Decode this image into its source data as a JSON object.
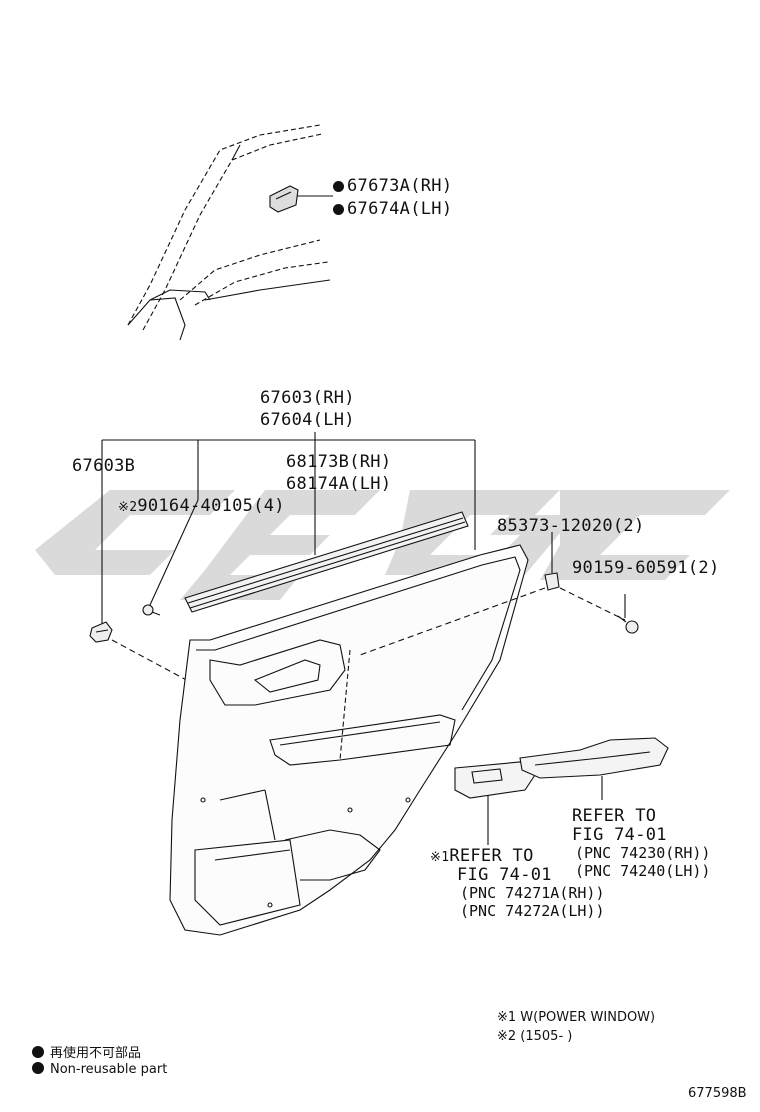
{
  "watermark": {
    "color": "#d6d6d6"
  },
  "parts": {
    "glass_clip_rh": "67673A(RH)",
    "glass_clip_lh": "67674A(LH)",
    "trim_board_rh": "67603(RH)",
    "trim_board_lh": "67604(LH)",
    "clip_b": "67603B",
    "weatherstrip_rh": "68173B(RH)",
    "weatherstrip_lh": "68174A(LH)",
    "screw_note_mark": "※2",
    "screw_part": "90164-40105(4)",
    "retainer": "85373-12020(2)",
    "screw_b": "90159-60591(2)"
  },
  "references": {
    "armrest": {
      "line1": "REFER TO",
      "line2": "FIG 74-01",
      "pnc_rh": "(PNC 74230(RH))",
      "pnc_lh": "(PNC 74240(LH))"
    },
    "switch": {
      "mark": "※1",
      "line1": "REFER TO",
      "line2": "FIG 74-01",
      "pnc_rh": "(PNC 74271A(RH))",
      "pnc_lh": "(PNC 74272A(LH))"
    }
  },
  "notes": {
    "n1": "※1 W(POWER WINDOW)",
    "n2": "※2 (1505-      )"
  },
  "legend": {
    "jp": "再使用不可部品",
    "en": "Non-reusable part"
  },
  "figure_id": "677598B"
}
